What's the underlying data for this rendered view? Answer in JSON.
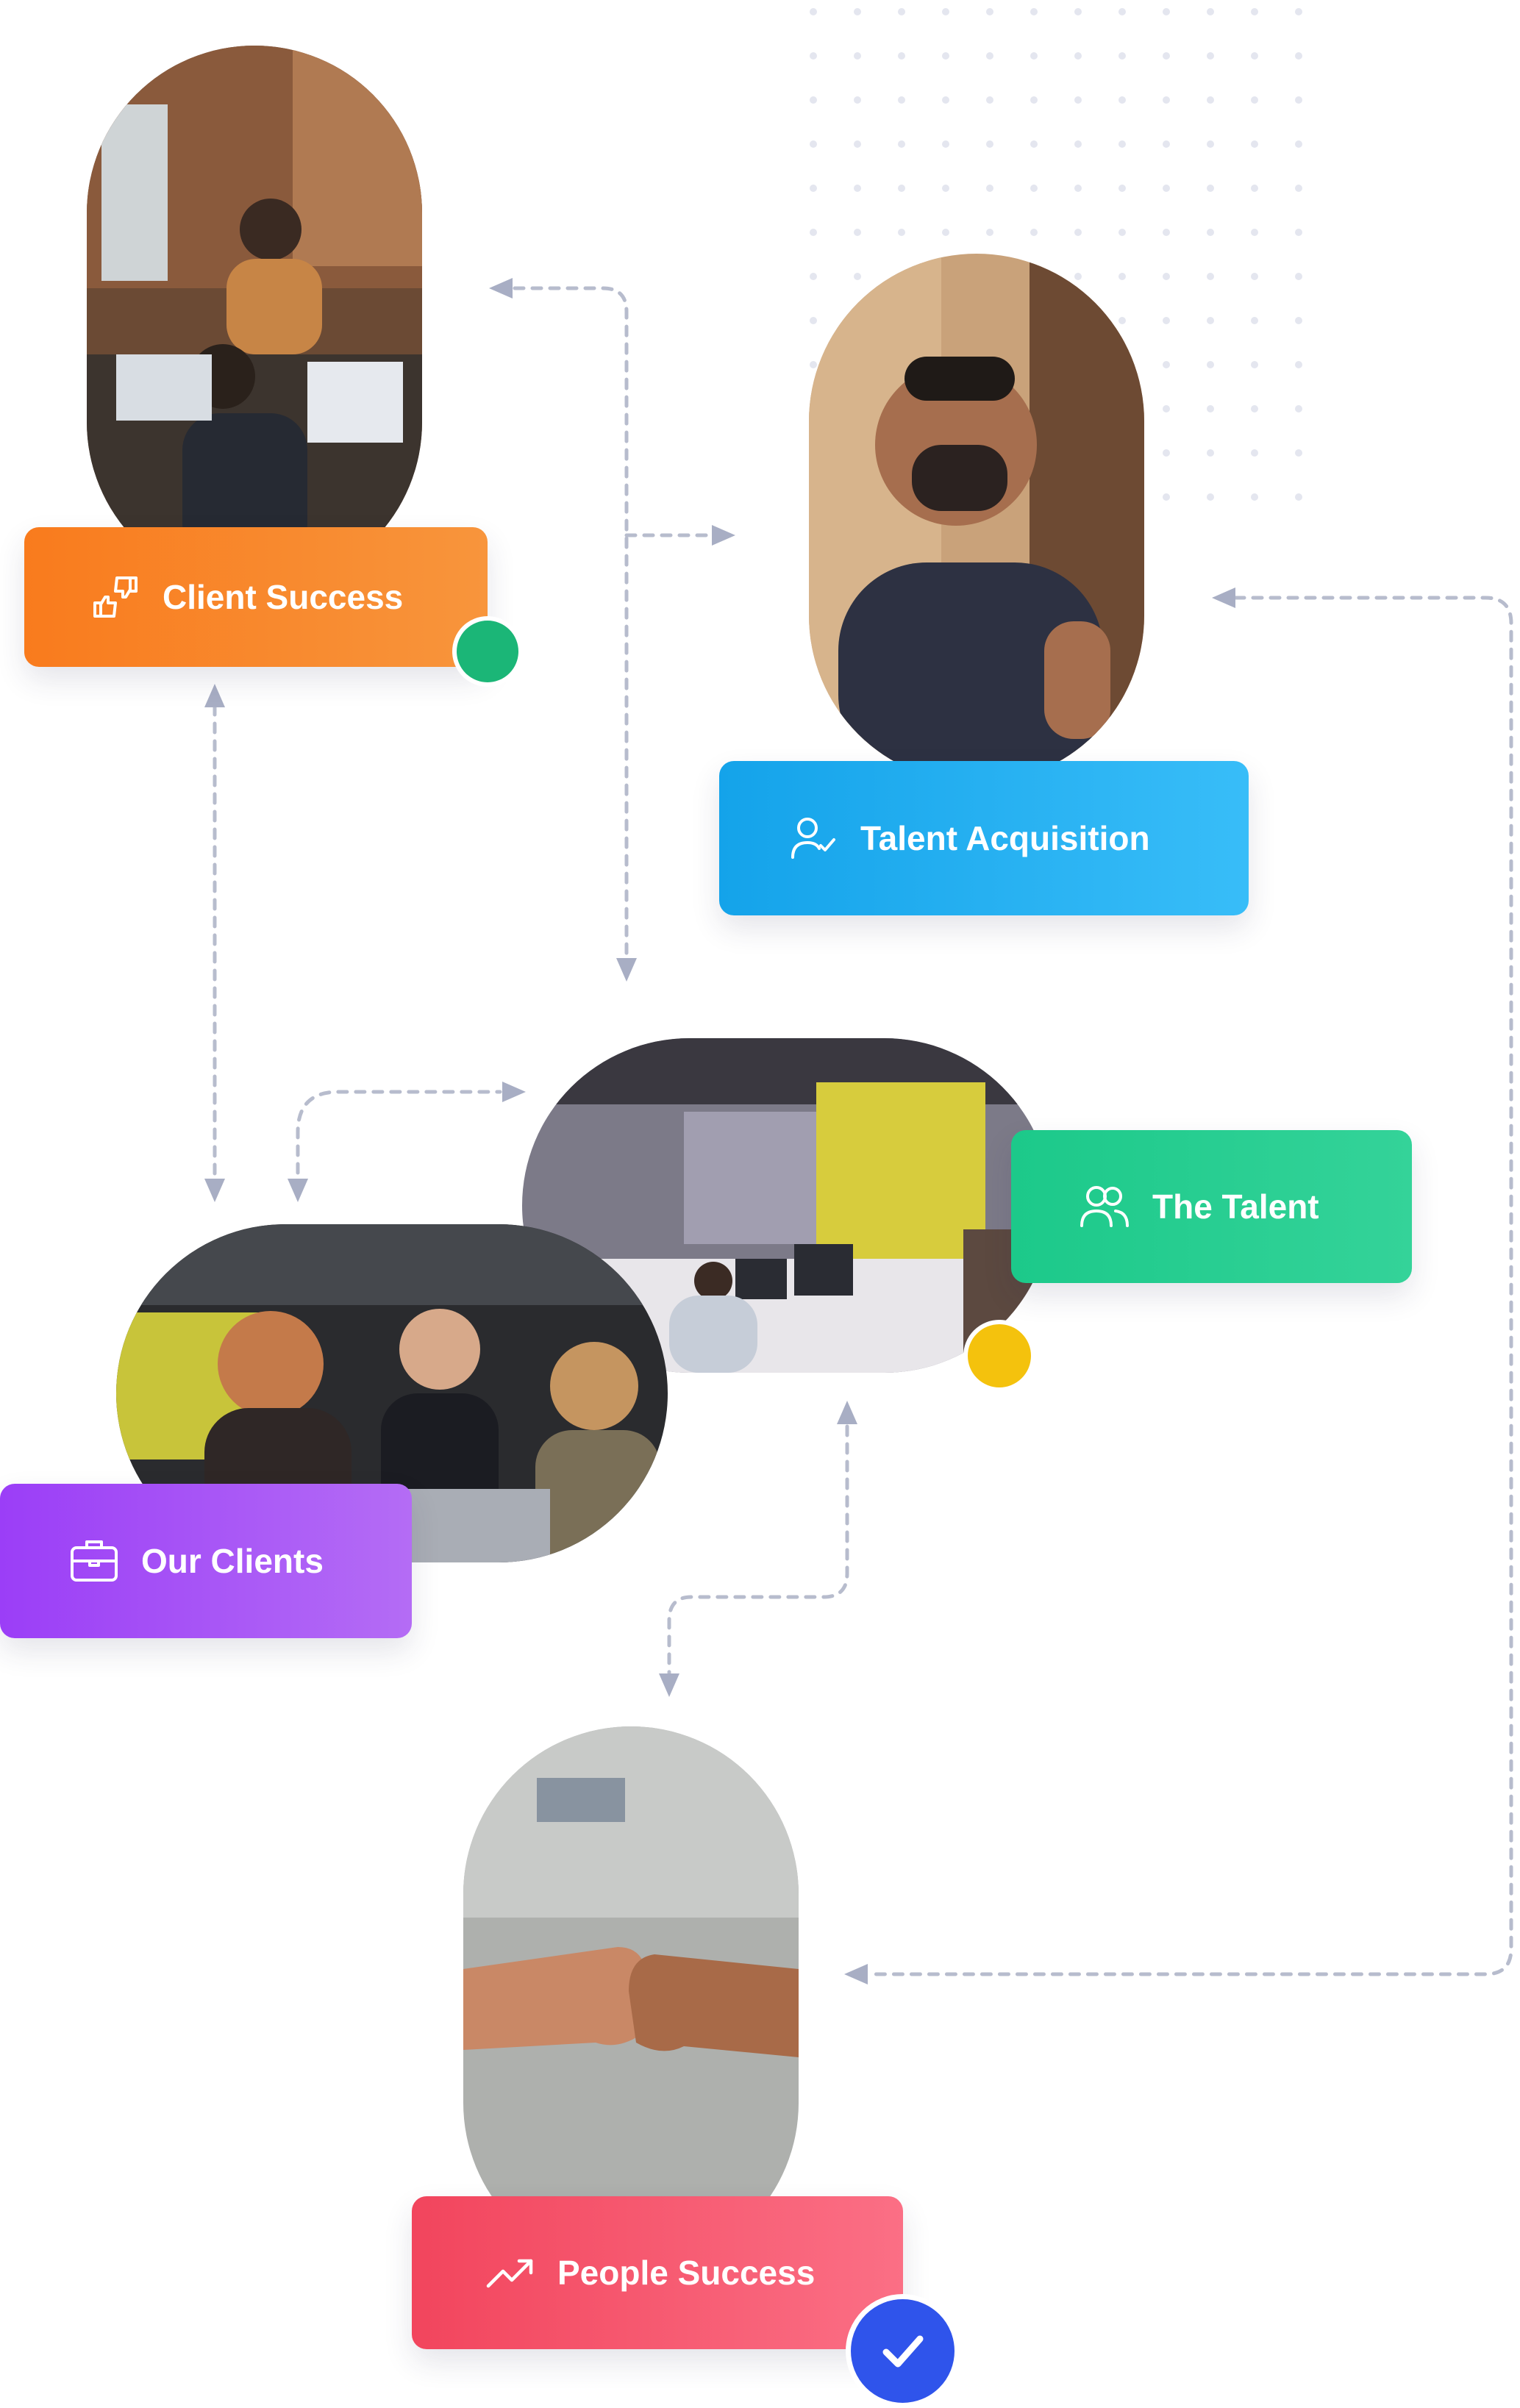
{
  "cards": {
    "client_success": {
      "label": "Client Success",
      "icon": "thumbs-up-down-icon",
      "color_from": "#f97b1d",
      "color_to": "#f8953c"
    },
    "talent_acquisition": {
      "label": "Talent Acquisition",
      "icon": "user-check-icon",
      "color_from": "#14a3ea",
      "color_to": "#38bdf8"
    },
    "the_talent": {
      "label": "The Talent",
      "icon": "users-icon",
      "color_from": "#1cc98a",
      "color_to": "#34d399"
    },
    "our_clients": {
      "label": "Our Clients",
      "icon": "briefcase-icon",
      "color_from": "#9b3ef7",
      "color_to": "#b46cf5"
    },
    "people_success": {
      "label": "People Success",
      "icon": "trending-up-icon",
      "color_from": "#f2455d",
      "color_to": "#fb6f85"
    }
  },
  "badges": {
    "green_dot": "#1bb677",
    "yellow_dot": "#f4c20d",
    "check_badge": "#2f54eb"
  },
  "accent_connector": "#a8aec4"
}
